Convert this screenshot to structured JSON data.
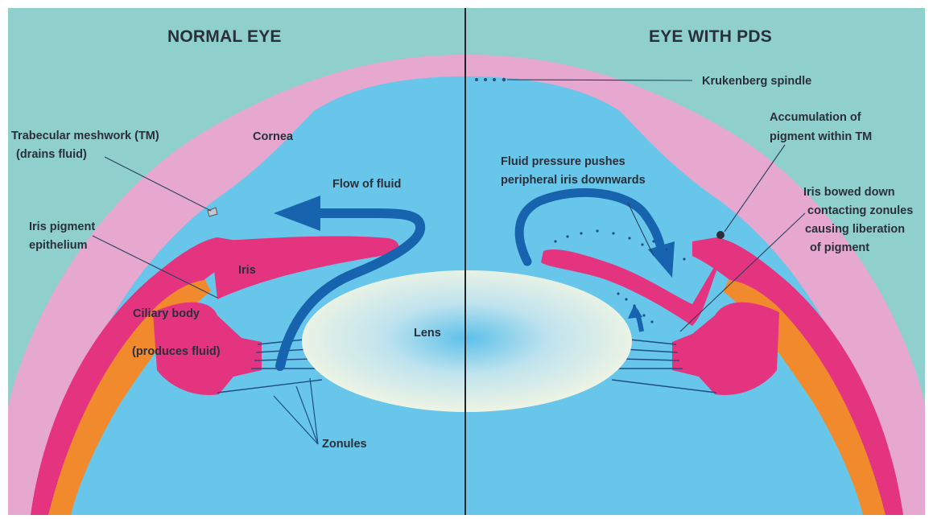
{
  "colors": {
    "background": "#8fd0cc",
    "frame": "#ffffff",
    "eye_fluid": "#67c6e9",
    "sclera_cornea": "#e6a8cf",
    "iris_ciliary": "#e5347f",
    "ciliary_inner": "#f08a2c",
    "lens": "#e9f3dc",
    "flow_arrow": "#1763ad",
    "divider": "#222222"
  },
  "headers": {
    "left": "NORMAL EYE",
    "right": "EYE WITH PDS"
  },
  "labels": {
    "trabecular_line1": "Trabecular meshwork (TM)",
    "trabecular_line2": "(drains fluid)",
    "cornea": "Cornea",
    "flow_of_fluid": "Flow of fluid",
    "iris_pigment_line1": "Iris pigment",
    "iris_pigment_line2": "epithelium",
    "iris": "Iris",
    "ciliary_body": "Ciliary body",
    "produces_fluid": "(produces fluid)",
    "lens": "Lens",
    "zonules": "Zonules",
    "krukenberg": "Krukenberg spindle",
    "accumulation_line1": "Accumulation of",
    "accumulation_line2": "pigment within TM",
    "fluid_pressure_line1": "Fluid pressure pushes",
    "fluid_pressure_line2": "peripheral iris downwards",
    "iris_bowed_line1": "Iris bowed down",
    "iris_bowed_line2": "contacting zonules",
    "iris_bowed_line3": "causing liberation",
    "iris_bowed_line4": "of pigment"
  }
}
